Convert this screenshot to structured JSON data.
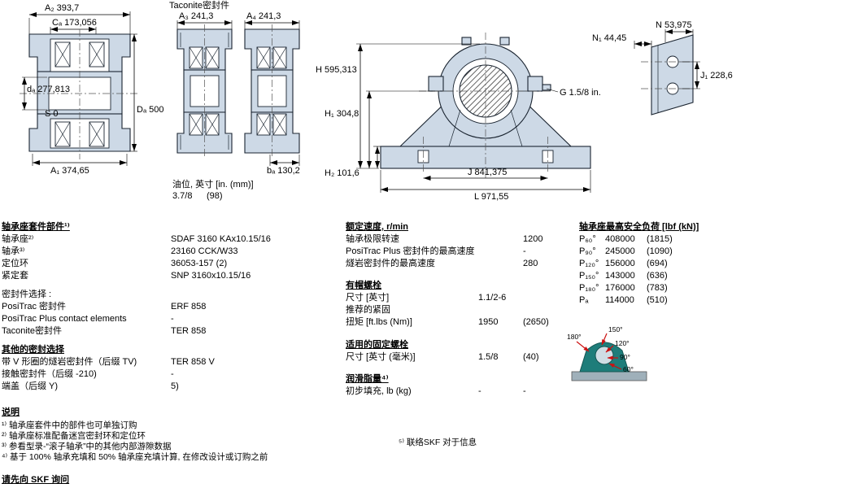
{
  "colors": {
    "drawing_fill": "#cdd9e6",
    "load_housing_teal": "#1e7d7a",
    "load_base_gray": "#9fb0ba",
    "load_arrow_red": "#cc1111"
  },
  "drawing": {
    "taconite_label": "Taconite密封件",
    "dims": {
      "a2": "A₂ 393,7",
      "ca": "Cₐ 173,056",
      "da_bore": "dₐ 277,813",
      "s": "S 0",
      "Da": "Dₐ 500",
      "a1": "A₁ 374,65",
      "a3": "A₃ 241,3",
      "a4": "A₄ 241,3",
      "ba": "bₐ 130,2",
      "H": "H 595,313",
      "H1": "H₁ 304,8",
      "H2": "H₂ 101,6",
      "G": "G 1.5/8 in.",
      "J": "J 841,375",
      "L": "L 971,55",
      "N1": "N₁ 44,45",
      "N": "N 53,975",
      "J1": "J₁ 228,6"
    },
    "oil": {
      "label": "油位, 英寸 [in. (mm)]",
      "value_in": "3.7/8",
      "value_mm": "(98)"
    },
    "load_angles": [
      "180°",
      "150°",
      "120°",
      "90°",
      "60°"
    ]
  },
  "parts": {
    "title": "轴承座套件部件¹⁾",
    "rows": [
      {
        "label": "轴承座²⁾",
        "value": "SDAF 3160 KAx10.15/16"
      },
      {
        "label": "轴承³⁾",
        "value": "23160 CCK/W33"
      },
      {
        "label": "定位环",
        "value": "36053-157 (2)"
      },
      {
        "label": "紧定套",
        "value": "SNP 3160x10.15/16"
      }
    ],
    "seal_select_label": "密封件选择 :",
    "seal_rows": [
      {
        "label": "PosiTrac 密封件",
        "value": "ERF 858"
      },
      {
        "label": "PosiTrac Plus contact elements",
        "value": "-"
      },
      {
        "label": "Taconite密封件",
        "value": "TER 858"
      }
    ],
    "other_title": "其他的密封选择",
    "other_rows": [
      {
        "label": "带 V 形圈的燧岩密封件（后缀 TV)",
        "value": "TER 858 V"
      },
      {
        "label": "接触密封件（后缀 -210)",
        "value": "-"
      },
      {
        "label": "端盖（后缀 Y)",
        "value": "5)"
      }
    ]
  },
  "speeds": {
    "title": "额定速度, r/min",
    "rows": [
      {
        "label": "轴承极限转速",
        "v1": "",
        "v2": "1200"
      },
      {
        "label": "PosiTrac Plus 密封件的最高速度",
        "v1": "",
        "v2": "-"
      },
      {
        "label": "燧岩密封件的最高速度",
        "v1": "",
        "v2": "280"
      }
    ],
    "capbolt_title": "有帽螺栓",
    "capbolt_rows": [
      {
        "label": "尺寸 [英寸]",
        "v1": "1.1/2-6",
        "v2": ""
      },
      {
        "label": "推荐的紧固",
        "v1": "",
        "v2": ""
      },
      {
        "label": "扭矩 [ft.lbs (Nm)]",
        "v1": "1950",
        "v2": "(2650)"
      }
    ],
    "anchor_title": "适用的固定螺栓",
    "anchor_rows": [
      {
        "label": "尺寸 [英寸 (毫米)]",
        "v1": "1.5/8",
        "v2": "(40)"
      }
    ],
    "grease_title": "润滑脂量⁴⁾",
    "grease_rows": [
      {
        "label": "初步填充, lb (kg)",
        "v1": "-",
        "v2": "-"
      }
    ]
  },
  "loads": {
    "title": "轴承座最高安全负荷 [lbf (kN)]",
    "rows": [
      {
        "label": "P₆₀°",
        "v1": "408000",
        "v2": "(1815)"
      },
      {
        "label": "P₉₀°",
        "v1": "245000",
        "v2": "(1090)"
      },
      {
        "label": "P₁₂₀°",
        "v1": "156000",
        "v2": "(694)"
      },
      {
        "label": "P₁₅₀°",
        "v1": "143000",
        "v2": "(636)"
      },
      {
        "label": "P₁₈₀°",
        "v1": "176000",
        "v2": "(783)"
      },
      {
        "label": "Pₐ",
        "v1": "114000",
        "v2": "(510)"
      }
    ]
  },
  "notes": {
    "title": "说明",
    "items": [
      "¹⁾ 轴承座套件中的部件也可单独订购",
      "²⁾ 轴承座标准配备迷宫密封环和定位环",
      "³⁾ 参看型录-“滚子轴承”中的其他内部游隙数据",
      "⁴⁾ 基于 100% 轴承充填和 50% 轴承座充填计算, 在修改设计或订购之前"
    ],
    "note5": "⁵⁾ 联络SKF 对于信息",
    "footer": "请先向 SKF 询问"
  }
}
